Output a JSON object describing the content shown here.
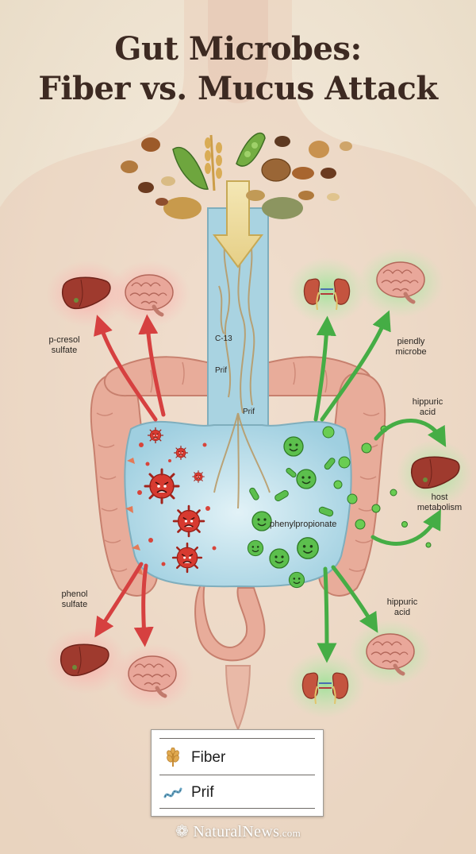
{
  "title": {
    "line1": "Gut Microbes:",
    "line2": "Fiber vs. Mucus Attack"
  },
  "labels": {
    "p_cresol_sulfate": [
      "p-cresol",
      "sulfate"
    ],
    "piendly_microbe": [
      "piendly",
      "microbe"
    ],
    "hippuric_acid_top": [
      "hippuric",
      "acid"
    ],
    "host_metabolism": [
      "host",
      "metabolism"
    ],
    "phenylpropionate": "phenylpropionate",
    "phenol_sulfate": [
      "phenol",
      "sulfate"
    ],
    "hippuric_acid_bottom": [
      "hippuric",
      "acid"
    ],
    "c13": "C-13",
    "prif_1": "Prif",
    "prif_2": "Prif"
  },
  "legend": [
    {
      "label": "Fiber",
      "icon": "wheat-icon"
    },
    {
      "label": "Prif",
      "icon": "mucin-strand-icon"
    }
  ],
  "watermark": {
    "brand": "NaturalNews",
    "suffix": ".com"
  },
  "colors": {
    "harmful": "#d64040",
    "beneficial": "#45ad45",
    "intestine": "#e8ac9a",
    "lumen": "#b9dde8",
    "organ_liver": "#9f3a2e",
    "organ_brain": "#e9a79a",
    "kidney": "#c4543f"
  }
}
